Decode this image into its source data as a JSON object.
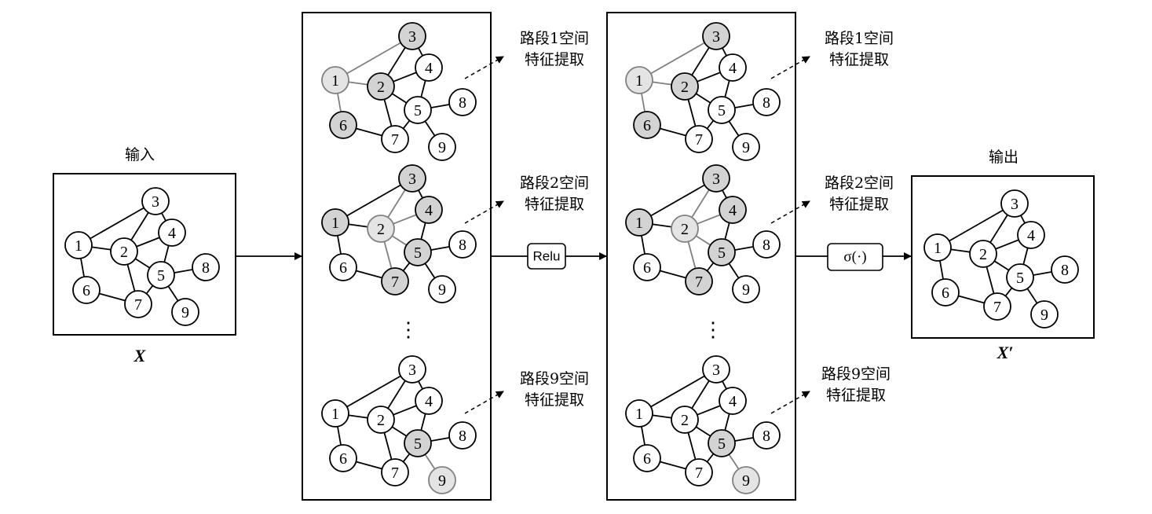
{
  "input": {
    "title": "输入",
    "var": "X"
  },
  "output": {
    "title": "输出",
    "var": "X′"
  },
  "relu_label": "Relu",
  "sigma_label": "σ(·)",
  "ellipsis": "⋮",
  "graph": {
    "node_labels": [
      "1",
      "2",
      "3",
      "4",
      "5",
      "6",
      "7",
      "8",
      "9"
    ],
    "edges": [
      [
        "1",
        "3"
      ],
      [
        "1",
        "2"
      ],
      [
        "1",
        "6"
      ],
      [
        "2",
        "3"
      ],
      [
        "2",
        "4"
      ],
      [
        "2",
        "5"
      ],
      [
        "2",
        "7"
      ],
      [
        "3",
        "4"
      ],
      [
        "4",
        "5"
      ],
      [
        "5",
        "7"
      ],
      [
        "5",
        "8"
      ],
      [
        "5",
        "9"
      ],
      [
        "6",
        "7"
      ]
    ]
  },
  "stage1": {
    "panels": [
      {
        "label_line1": "路段1空间",
        "label_line2": "特征提取",
        "dark_nodes": [
          "2",
          "3",
          "6"
        ],
        "light_nodes": [
          "1"
        ],
        "highlight_edges": [
          [
            "1",
            "2"
          ],
          [
            "1",
            "3"
          ],
          [
            "1",
            "6"
          ]
        ]
      },
      {
        "label_line1": "路段2空间",
        "label_line2": "特征提取",
        "dark_nodes": [
          "1",
          "3",
          "4",
          "5",
          "7"
        ],
        "light_nodes": [
          "2"
        ],
        "highlight_edges": [
          [
            "2",
            "3"
          ],
          [
            "2",
            "4"
          ],
          [
            "2",
            "5"
          ],
          [
            "2",
            "7"
          ]
        ]
      },
      {
        "label_line1": "路段9空间",
        "label_line2": "特征提取",
        "dark_nodes": [
          "5"
        ],
        "light_nodes": [
          "9"
        ],
        "highlight_edges": [
          [
            "5",
            "9"
          ]
        ]
      }
    ]
  },
  "stage2": {
    "panels": [
      {
        "label_line1": "路段1空间",
        "label_line2": "特征提取"
      },
      {
        "label_line1": "路段2空间",
        "label_line2": "特征提取"
      },
      {
        "label_line1": "路段9空间",
        "label_line2": "特征提取"
      }
    ]
  },
  "colors": {
    "dark_node": "#d3d3d3",
    "light_node": "#e4e4e4",
    "highlight_edge": "#808080",
    "normal": "#000000"
  }
}
